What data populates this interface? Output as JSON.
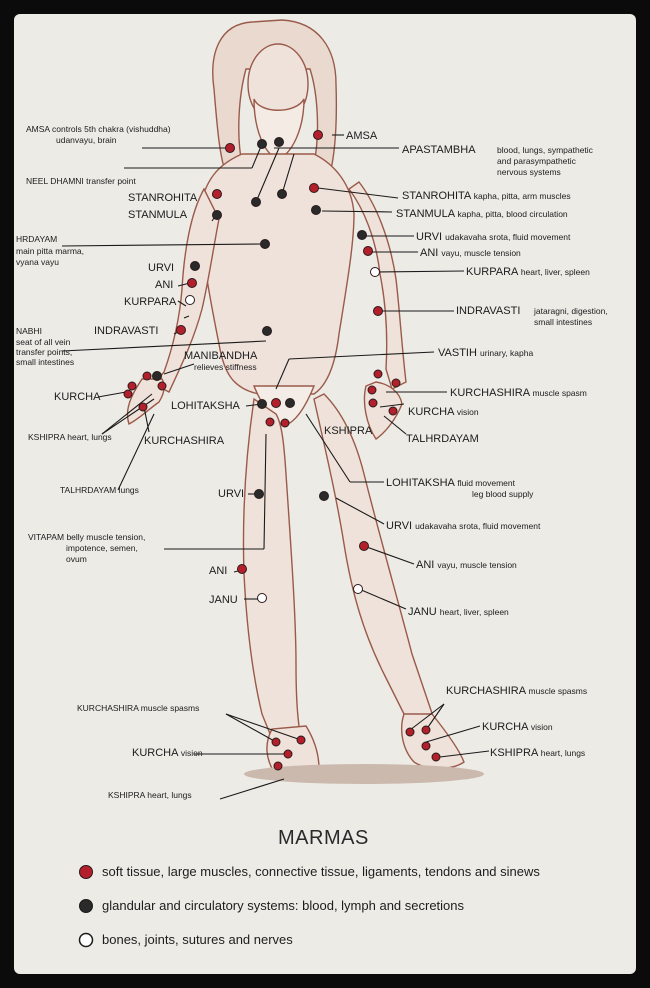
{
  "title": "MARMAS",
  "colors": {
    "soft": "#b3202c",
    "glandular": "#2a2a2a",
    "bones": "#ffffff",
    "figure_line": "#9a5a4a",
    "figure_fill": "#e6cfc4"
  },
  "legend": [
    {
      "kind": "soft",
      "text": "soft tissue, large muscles, connective tissue, ligaments, tendons and sinews"
    },
    {
      "kind": "glandular",
      "text": "glandular and circulatory systems: blood, lymph and secretions"
    },
    {
      "kind": "bones",
      "text": "bones, joints, sutures and nerves"
    }
  ],
  "left_labels": {
    "amsa": {
      "name": "AMSA",
      "desc1": "controls 5th chakra (vishuddha)",
      "desc2": "udanvayu, brain"
    },
    "neel_dhamni": {
      "name": "NEEL DHAMNI",
      "desc": "transfer point"
    },
    "stanrohita": {
      "name": "STANROHITA"
    },
    "stanmula": {
      "name": "STANMULA"
    },
    "hrdayam": {
      "name": "HRDAYAM",
      "desc1": "main pitta marma,",
      "desc2": "vyana vayu"
    },
    "urvi_arm": {
      "name": "URVI"
    },
    "ani_arm": {
      "name": "ANI"
    },
    "kurpara_arm": {
      "name": "KURPARA"
    },
    "nabhi": {
      "name": "NABHI",
      "desc1": "seat of all vein",
      "desc2": "transfer points,",
      "desc3": "small intestines"
    },
    "indravasti": {
      "name": "INDRAVASTI"
    },
    "manibandha": {
      "name": "MANIBANDHA",
      "desc": "relieves stiffness"
    },
    "kurcha_hand": {
      "name": "KURCHA"
    },
    "lohitaksha": {
      "name": "LOHITAKSHA"
    },
    "kshipra_hand": {
      "name": "KSHIPRA",
      "desc": "heart, lungs"
    },
    "kurchashira_hand": {
      "name": "KURCHASHIRA"
    },
    "talhrdayam": {
      "name": "TALHRDAYAM",
      "desc": "lungs"
    },
    "urvi_leg": {
      "name": "URVI"
    },
    "vitapam": {
      "name": "VITAPAM",
      "desc1": "belly muscle tension,",
      "desc2": "impotence, semen,",
      "desc3": "ovum"
    },
    "ani_leg": {
      "name": "ANI"
    },
    "janu_leg": {
      "name": "JANU"
    },
    "kurchashira_foot": {
      "name": "KURCHASHIRA",
      "desc": "muscle spasms"
    },
    "kurcha_foot": {
      "name": "KURCHA",
      "desc": "vision"
    },
    "kshipra_foot": {
      "name": "KSHIPRA",
      "desc": "heart, lungs"
    }
  },
  "right_labels": {
    "amsa": {
      "name": "AMSA"
    },
    "apastambha": {
      "name": "APASTAMBHA",
      "desc1": "blood, lungs, sympathetic",
      "desc2": "and parasympathetic",
      "desc3": "nervous systems"
    },
    "stanrohita": {
      "name": "STANROHITA",
      "desc": "kapha, pitta, arm muscles"
    },
    "stanmula": {
      "name": "STANMULA",
      "desc": "kapha, pitta, blood circulation"
    },
    "urvi_arm": {
      "name": "URVI",
      "desc": "udakavaha srota, fluid movement"
    },
    "ani_arm": {
      "name": "ANI",
      "desc": "vayu, muscle tension"
    },
    "kurpara_arm": {
      "name": "KURPARA",
      "desc": "heart, liver, spleen"
    },
    "indravasti": {
      "name": "INDRAVASTI",
      "desc1": "jataragni, digestion,",
      "desc2": "small intestines"
    },
    "vastih": {
      "name": "VASTIH",
      "desc": "urinary, kapha"
    },
    "kurchashira_hand": {
      "name": "KURCHASHIRA",
      "desc": "muscle spasm"
    },
    "kurcha_hand": {
      "name": "KURCHA",
      "desc": "vision"
    },
    "kshipra_hand": {
      "name": "KSHIPRA"
    },
    "talhrdayam": {
      "name": "TALHRDAYAM"
    },
    "lohitaksha": {
      "name": "LOHITAKSHA",
      "desc1": "fluid movement",
      "desc2": "leg blood supply"
    },
    "urvi_leg": {
      "name": "URVI",
      "desc": "udakavaha srota, fluid movement"
    },
    "ani_leg": {
      "name": "ANI",
      "desc": "vayu, muscle tension"
    },
    "janu_leg": {
      "name": "JANU",
      "desc": "heart, liver, spleen"
    },
    "kurchashira_foot": {
      "name": "KURCHASHIRA",
      "desc": "muscle spasms"
    },
    "kurcha_foot": {
      "name": "KURCHA",
      "desc": "vision"
    },
    "kshipra_foot": {
      "name": "KSHIPRA",
      "desc": "heart, lungs"
    }
  }
}
